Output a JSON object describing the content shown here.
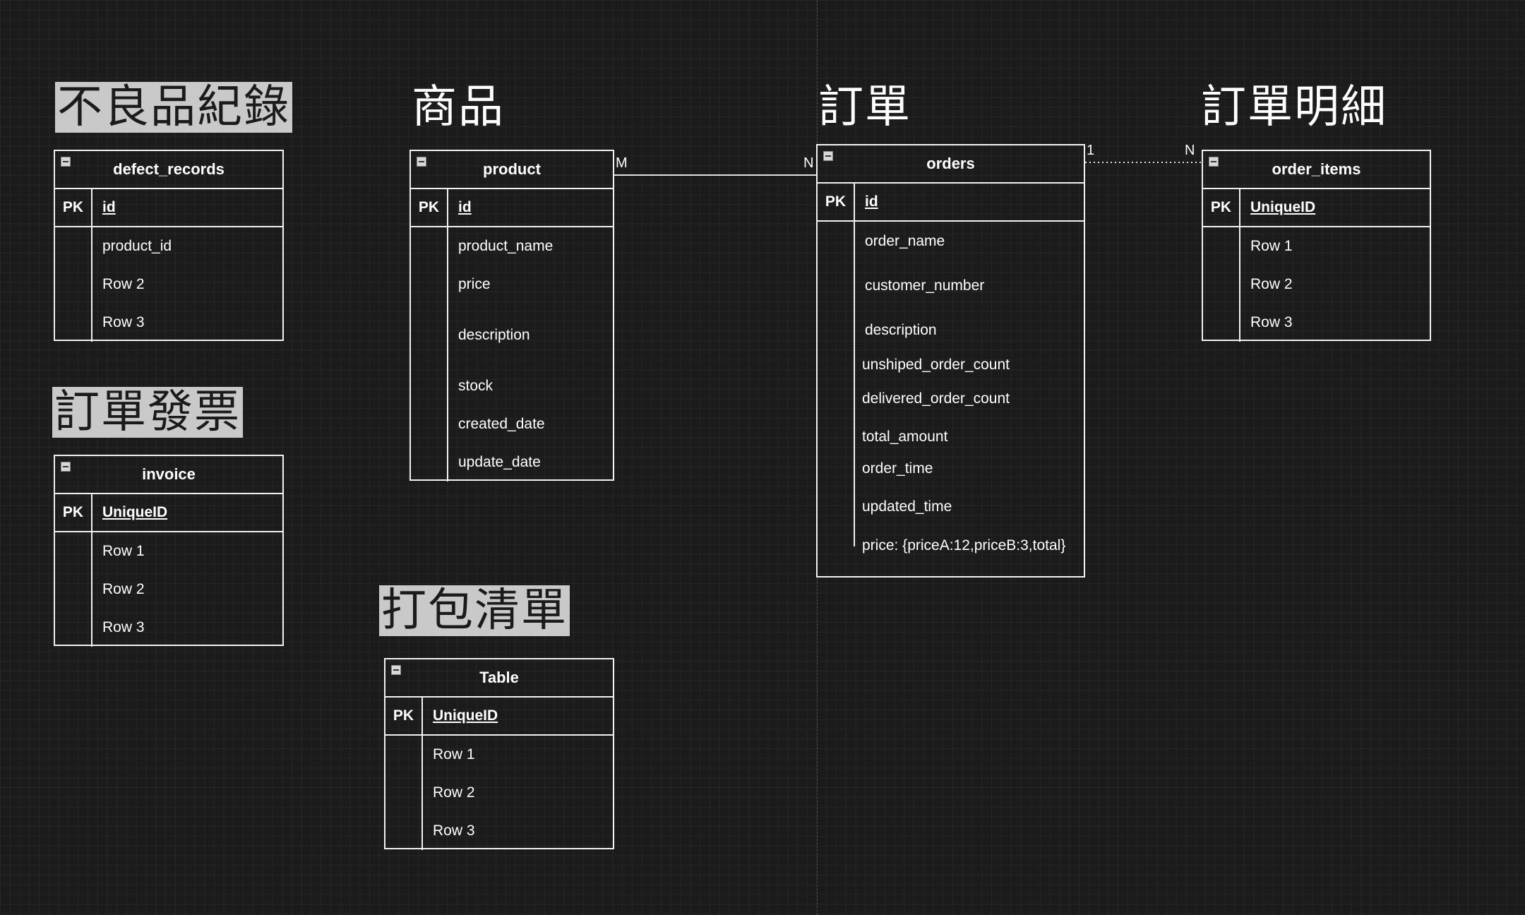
{
  "titles": {
    "defect": "不良品紀錄",
    "product": "商品",
    "orders": "訂單",
    "order_items": "訂單明細",
    "invoice": "訂單發票",
    "packing": "打包清單"
  },
  "tables": {
    "defect_records": {
      "name": "defect_records",
      "key": "PK",
      "pk": "id",
      "rows": [
        "product_id",
        "Row 2",
        "Row 3"
      ]
    },
    "invoice": {
      "name": "invoice",
      "key": "PK",
      "pk": "UniqueID",
      "rows": [
        "Row 1",
        "Row 2",
        "Row 3"
      ]
    },
    "product": {
      "name": "product",
      "key": "PK",
      "pk": "id",
      "rows": [
        "product_name",
        "price",
        "description",
        "stock",
        "created_date",
        "update_date"
      ]
    },
    "packing": {
      "name": "Table",
      "key": "PK",
      "pk": "UniqueID",
      "rows": [
        "Row 1",
        "Row 2",
        "Row 3"
      ]
    },
    "orders": {
      "name": "orders",
      "key": "PK",
      "pk": "id",
      "rows": [
        "order_name",
        "customer_number",
        "description",
        "unshiped_order_count",
        "delivered_order_count",
        "total_amount",
        "order_time",
        "updated_time",
        "price: {priceA:12,priceB:3,total}"
      ]
    },
    "order_items": {
      "name": "order_items",
      "key": "PK",
      "pk": "UniqueID",
      "rows": [
        "Row 1",
        "Row 2",
        "Row 3"
      ]
    }
  },
  "relations": {
    "product_orders": {
      "from_card": "M",
      "to_card": "N"
    },
    "orders_items": {
      "from_card": "1",
      "to_card": "N"
    }
  }
}
